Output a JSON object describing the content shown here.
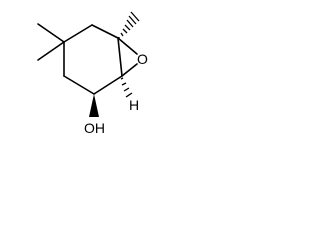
{
  "molecule": {
    "atom_labels": {
      "epoxide_oxygen": "O",
      "hydroxyl": "OH",
      "stereo_hydrogen": "H"
    },
    "colors": {
      "bond": "#000000",
      "text": "#000000",
      "background": "#ffffff"
    }
  }
}
